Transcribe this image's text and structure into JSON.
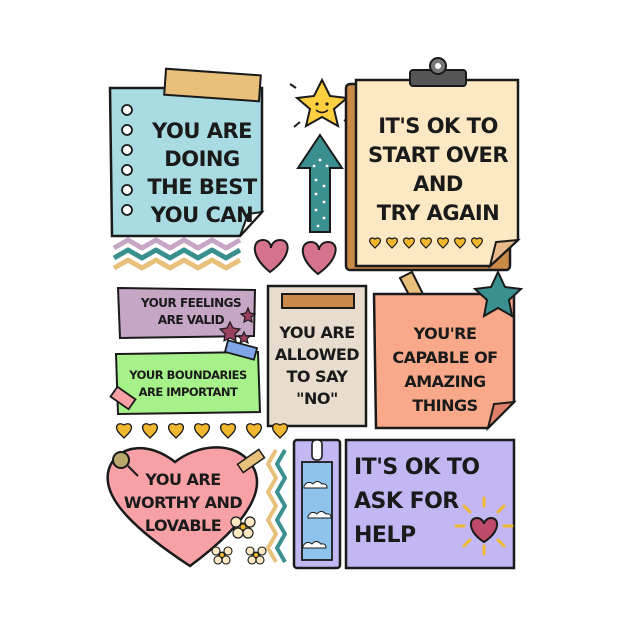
{
  "notes": {
    "doing_best": {
      "lines": [
        "YOU ARE",
        "DOING",
        "THE BEST",
        "YOU CAN"
      ],
      "color": "#a9dbe2"
    },
    "start_over": {
      "lines": [
        "IT'S OK TO",
        "START OVER",
        "AND",
        "TRY AGAIN"
      ],
      "color": "#fde8c4"
    },
    "feelings_valid": {
      "lines": [
        "YOUR FEELINGS",
        "ARE VALID"
      ],
      "color": "#c5a6c5"
    },
    "allowed_no": {
      "lines": [
        "YOU ARE",
        "ALLOWED",
        "TO SAY",
        "\"NO\""
      ],
      "color": "#e7dccd"
    },
    "capable": {
      "lines": [
        "YOU'RE",
        "CAPABLE OF",
        "AMAZING",
        "THINGS"
      ],
      "color": "#f9a98a"
    },
    "boundaries": {
      "lines": [
        "YOUR BOUNDARIES",
        "ARE IMPORTANT"
      ],
      "color": "#a7f18a"
    },
    "worthy": {
      "lines": [
        "YOU ARE",
        "WORTHY AND",
        "LOVABLE"
      ],
      "color": "#f7a1a6"
    },
    "ask_help": {
      "lines": [
        "IT'S OK TO",
        "ASK FOR",
        "HELP"
      ],
      "color": "#c3b7f3"
    }
  },
  "colors": {
    "outline": "#1a1a1a",
    "tape": "#e9c07a",
    "teal": "#3a8f8f",
    "mustard": "#f1b72f",
    "pink_heart": "#d6738c",
    "maroon": "#9a4060",
    "star_yellow": "#ffcf3f"
  }
}
